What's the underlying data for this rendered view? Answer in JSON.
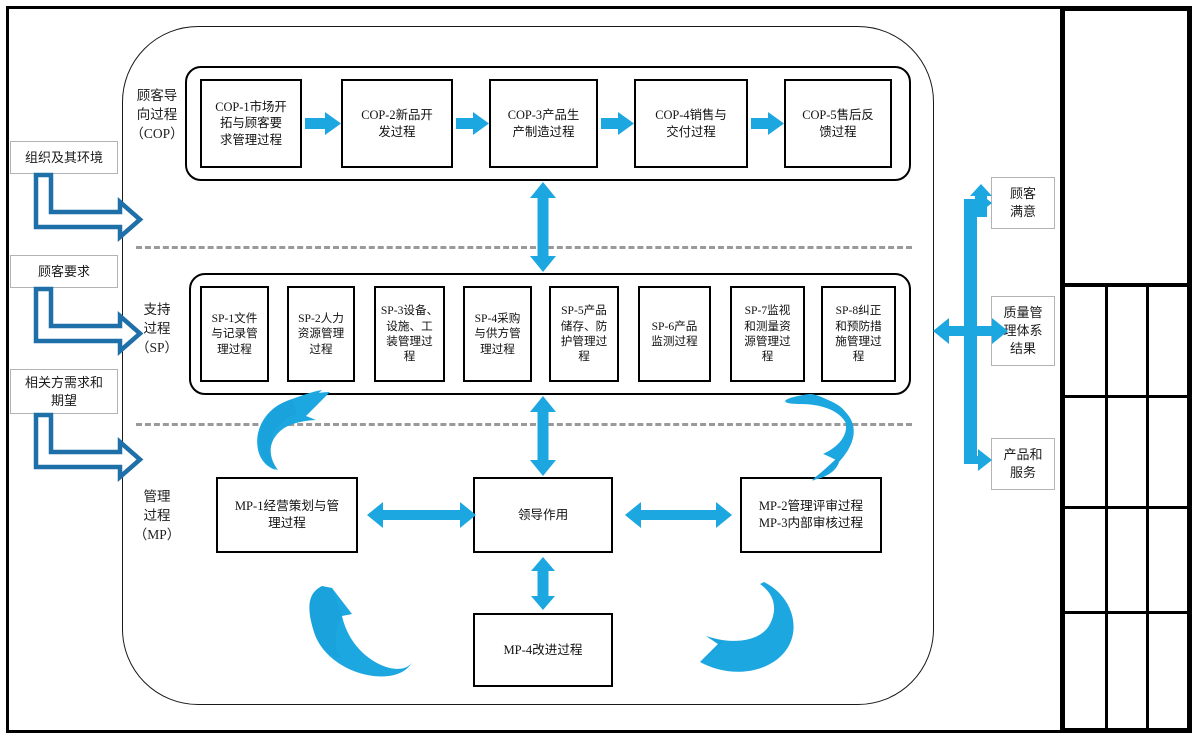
{
  "diagram": {
    "title_visible": false,
    "colors": {
      "arrow_blue": "#1CA7E0",
      "arrow_blue_dark": "#0F8FCC",
      "outline_arrow_blue": "#1F6FA8",
      "box_border": "#000000",
      "io_box_border": "#B3B3B3",
      "dashed_separator": "#9A9A9A",
      "frame_border": "#000000",
      "background": "#FFFFFF"
    },
    "rows": [
      {
        "id": "cop",
        "label": "顾客导\n向过程\n（COP）",
        "boxes": [
          {
            "id": "cop-1",
            "text": "COP-1市场开\n拓与顾客要\n求管理过程"
          },
          {
            "id": "cop-2",
            "text": "COP-2新品开\n发过程"
          },
          {
            "id": "cop-3",
            "text": "COP-3产品生\n产制造过程"
          },
          {
            "id": "cop-4",
            "text": "COP-4销售与\n交付过程"
          },
          {
            "id": "cop-5",
            "text": "COP-5售后反\n馈过程"
          }
        ]
      },
      {
        "id": "sp",
        "label": "支持\n过程\n（SP）",
        "boxes": [
          {
            "id": "sp-1",
            "text": "SP-1文件\n与记录管\n理过程"
          },
          {
            "id": "sp-2",
            "text": "SP-2人力\n资源管理\n过程"
          },
          {
            "id": "sp-3",
            "text": "SP-3设备、\n设施、工\n装管理过\n程"
          },
          {
            "id": "sp-4",
            "text": "SP-4采购\n与供方管\n理过程"
          },
          {
            "id": "sp-5",
            "text": "SP-5产品\n储存、防\n护管理过\n程"
          },
          {
            "id": "sp-6",
            "text": "SP-6产品\n监测过程"
          },
          {
            "id": "sp-7",
            "text": "SP-7监视\n和测量资\n源管理过\n程"
          },
          {
            "id": "sp-8",
            "text": "SP-8纠正\n和预防措\n施管理过\n程"
          }
        ]
      },
      {
        "id": "mp",
        "label": "管理\n过程\n（MP）",
        "boxes": [
          {
            "id": "mp-1",
            "text": "MP-1经营策划与管\n理过程"
          },
          {
            "id": "leadership",
            "text": "领导作用"
          },
          {
            "id": "mp-2-3",
            "text": "MP-2管理评审过程\nMP-3内部审核过程"
          },
          {
            "id": "mp-4",
            "text": "MP-4改进过程"
          }
        ]
      }
    ],
    "inputs": [
      {
        "id": "input-1",
        "text": "组织及其环境"
      },
      {
        "id": "input-2",
        "text": "顾客要求"
      },
      {
        "id": "input-3",
        "text": "相关方需求和\n期望"
      }
    ],
    "outputs": [
      {
        "id": "output-1",
        "text": "顾客\n满意"
      },
      {
        "id": "output-2",
        "text": "质量管\n理体系\n结果"
      },
      {
        "id": "output-3",
        "text": "产品和\n服务"
      }
    ],
    "title_block": {
      "description": "empty drawing title block grid",
      "header_cell": "",
      "rows": [
        [
          "",
          "",
          ""
        ],
        [
          "",
          "",
          ""
        ],
        [
          "",
          "",
          ""
        ],
        [
          "",
          "",
          ""
        ]
      ]
    }
  }
}
